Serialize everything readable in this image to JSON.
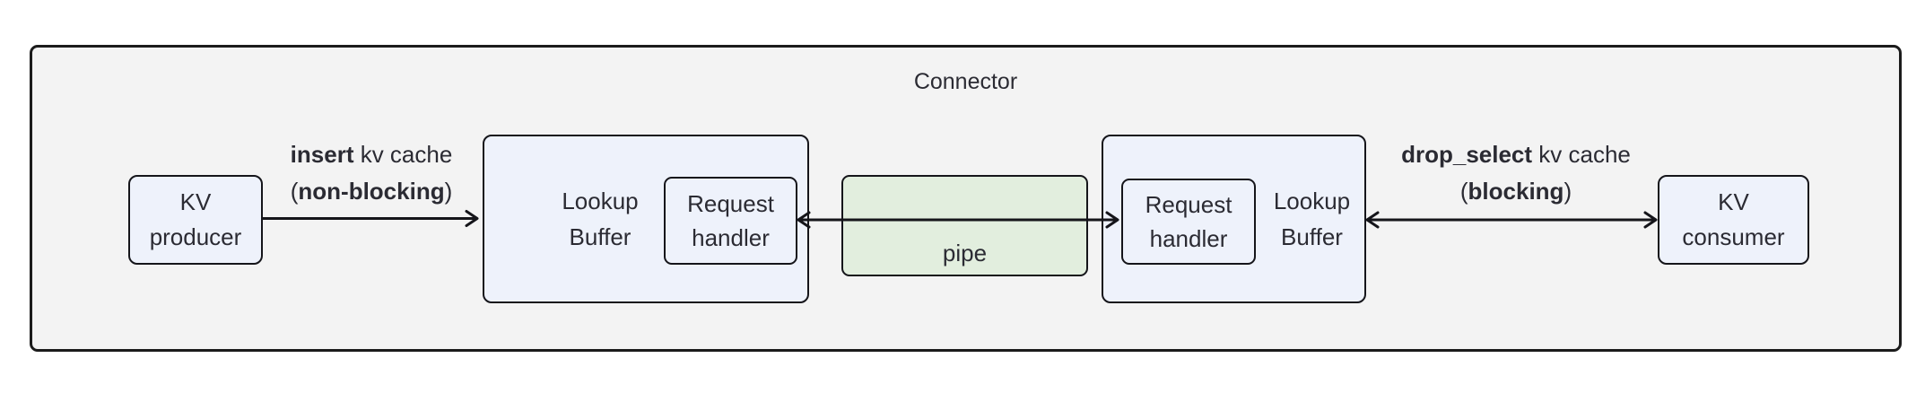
{
  "colors": {
    "outer_fill": "#f3f3f3",
    "outer_border": "#1b1b1b",
    "node_fill": "#eef2fb",
    "node_border": "#15151a",
    "pipe_fill": "#e2eede",
    "arrow": "#15151a",
    "text": "#2b2b33"
  },
  "connector": {
    "title": "Connector"
  },
  "nodes": {
    "kv_producer": {
      "lines": [
        "KV",
        "producer"
      ]
    },
    "lookup_buffer_left": {
      "lines": [
        "Lookup",
        "Buffer"
      ]
    },
    "request_handler_left": {
      "lines": [
        "Request",
        "handler"
      ]
    },
    "pipe": {
      "label": "pipe"
    },
    "request_handler_right": {
      "lines": [
        "Request",
        "handler"
      ]
    },
    "lookup_buffer_right": {
      "lines": [
        "Lookup",
        "Buffer"
      ]
    },
    "kv_consumer": {
      "lines": [
        "KV",
        "consumer"
      ]
    }
  },
  "edges": {
    "insert": {
      "bold1": "insert",
      "rest1": " kv cache",
      "open2": "(",
      "bold2": "non-blocking",
      "close2": ")"
    },
    "drop_select": {
      "bold1": "drop_select",
      "rest1": " kv cache",
      "open2": "(",
      "bold2": "blocking",
      "close2": ")"
    }
  }
}
